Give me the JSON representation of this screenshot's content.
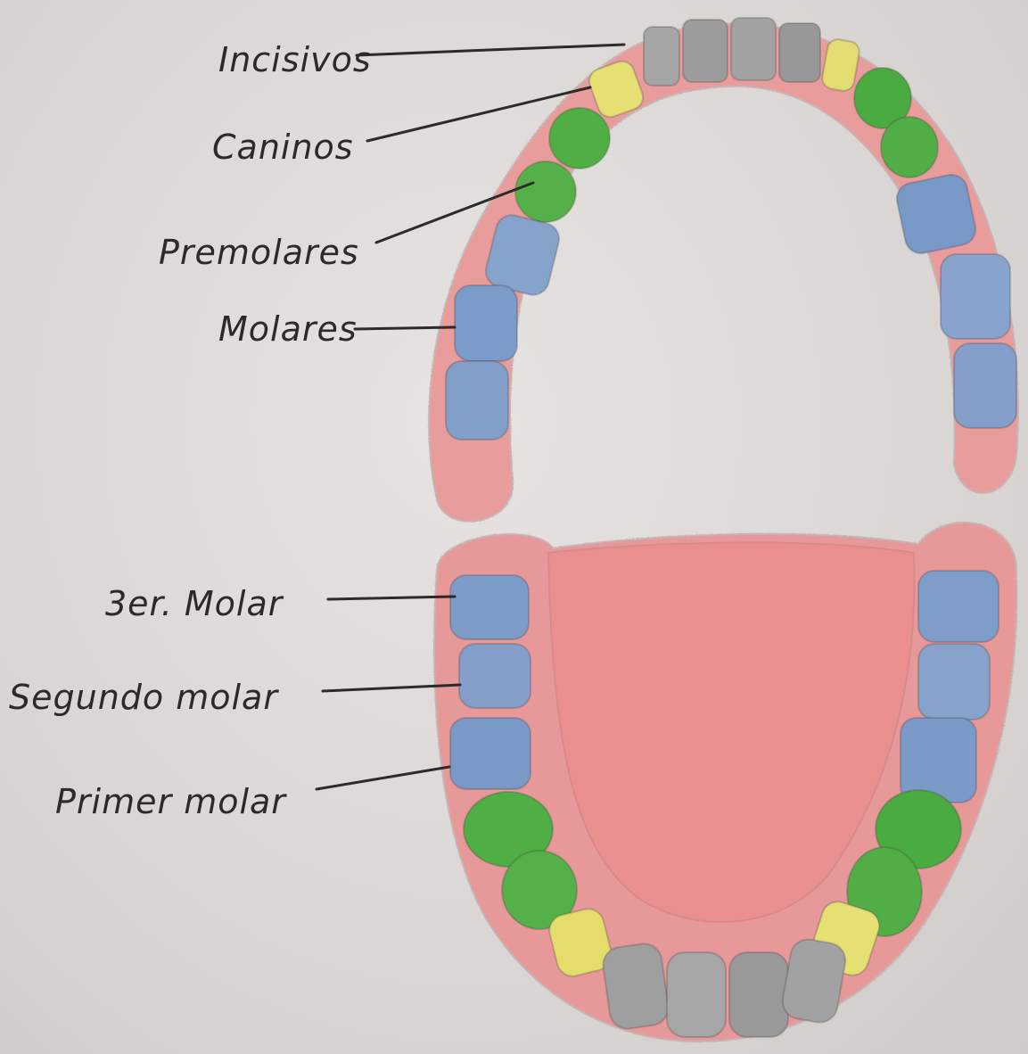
{
  "labels": {
    "incisivos": "Incisivos",
    "caninos": "Caninos",
    "premolares": "Premolares",
    "molares": "Molares",
    "tercer_molar": "3er. Molar",
    "segundo_molar": "Segundo molar",
    "primer_molar": "Primer molar"
  },
  "colors": {
    "gum": "#e79a9a",
    "gum_light": "#eeb3b3",
    "incisor": "#9a9a9a",
    "canine": "#e3dc6a",
    "premolar": "#4fae44",
    "molar": "#7f9ec9",
    "paper": "#dcd8d6"
  },
  "icons": {
    "upper_arch": "upper-dental-arch",
    "lower_arch": "lower-dental-arch"
  }
}
